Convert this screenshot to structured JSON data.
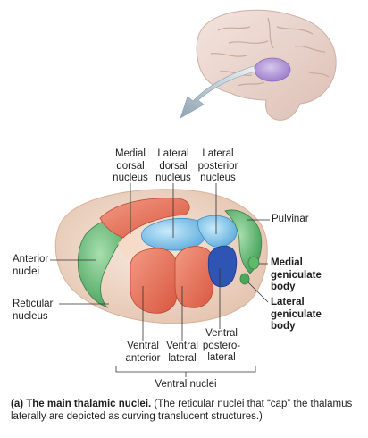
{
  "labels": {
    "medial_dorsal": [
      "Medial",
      "dorsal",
      "nucleus"
    ],
    "lateral_dorsal": [
      "Lateral",
      "dorsal",
      "nucleus"
    ],
    "lateral_posterior": [
      "Lateral",
      "posterior",
      "nucleus"
    ],
    "pulvinar": "Pulvinar",
    "anterior": [
      "Anterior",
      "nuclei"
    ],
    "medial_geniculate": [
      "Medial",
      "geniculate",
      "body"
    ],
    "lateral_geniculate": [
      "Lateral",
      "geniculate",
      "body"
    ],
    "reticular": [
      "Reticular",
      "nucleus"
    ],
    "ventral_anterior": [
      "Ventral",
      "anterior"
    ],
    "ventral_lateral": [
      "Ventral",
      "lateral"
    ],
    "ventral_posterolateral": [
      "Ventral",
      "postero-",
      "lateral"
    ],
    "ventral_nuclei": "Ventral nuclei"
  },
  "caption": {
    "tag": "(a) The main thalamic nuclei.",
    "text": "(The reticular nuclei that “cap” the thalamus laterally are depicted as curving translucent structures.)"
  },
  "colors": {
    "brain": "#e9d4cc",
    "thalamus_highlight": "#b49ad6",
    "arrow": "#9fb1be",
    "reticular_shell": "#f1dccb",
    "anterior_green": "#5f9a68",
    "red_nuclei": "#e4735f",
    "blue_nuclei": "#7cc0e6",
    "dark_blue": "#2f55b4",
    "pulvinar_green": "#5dba6a"
  }
}
